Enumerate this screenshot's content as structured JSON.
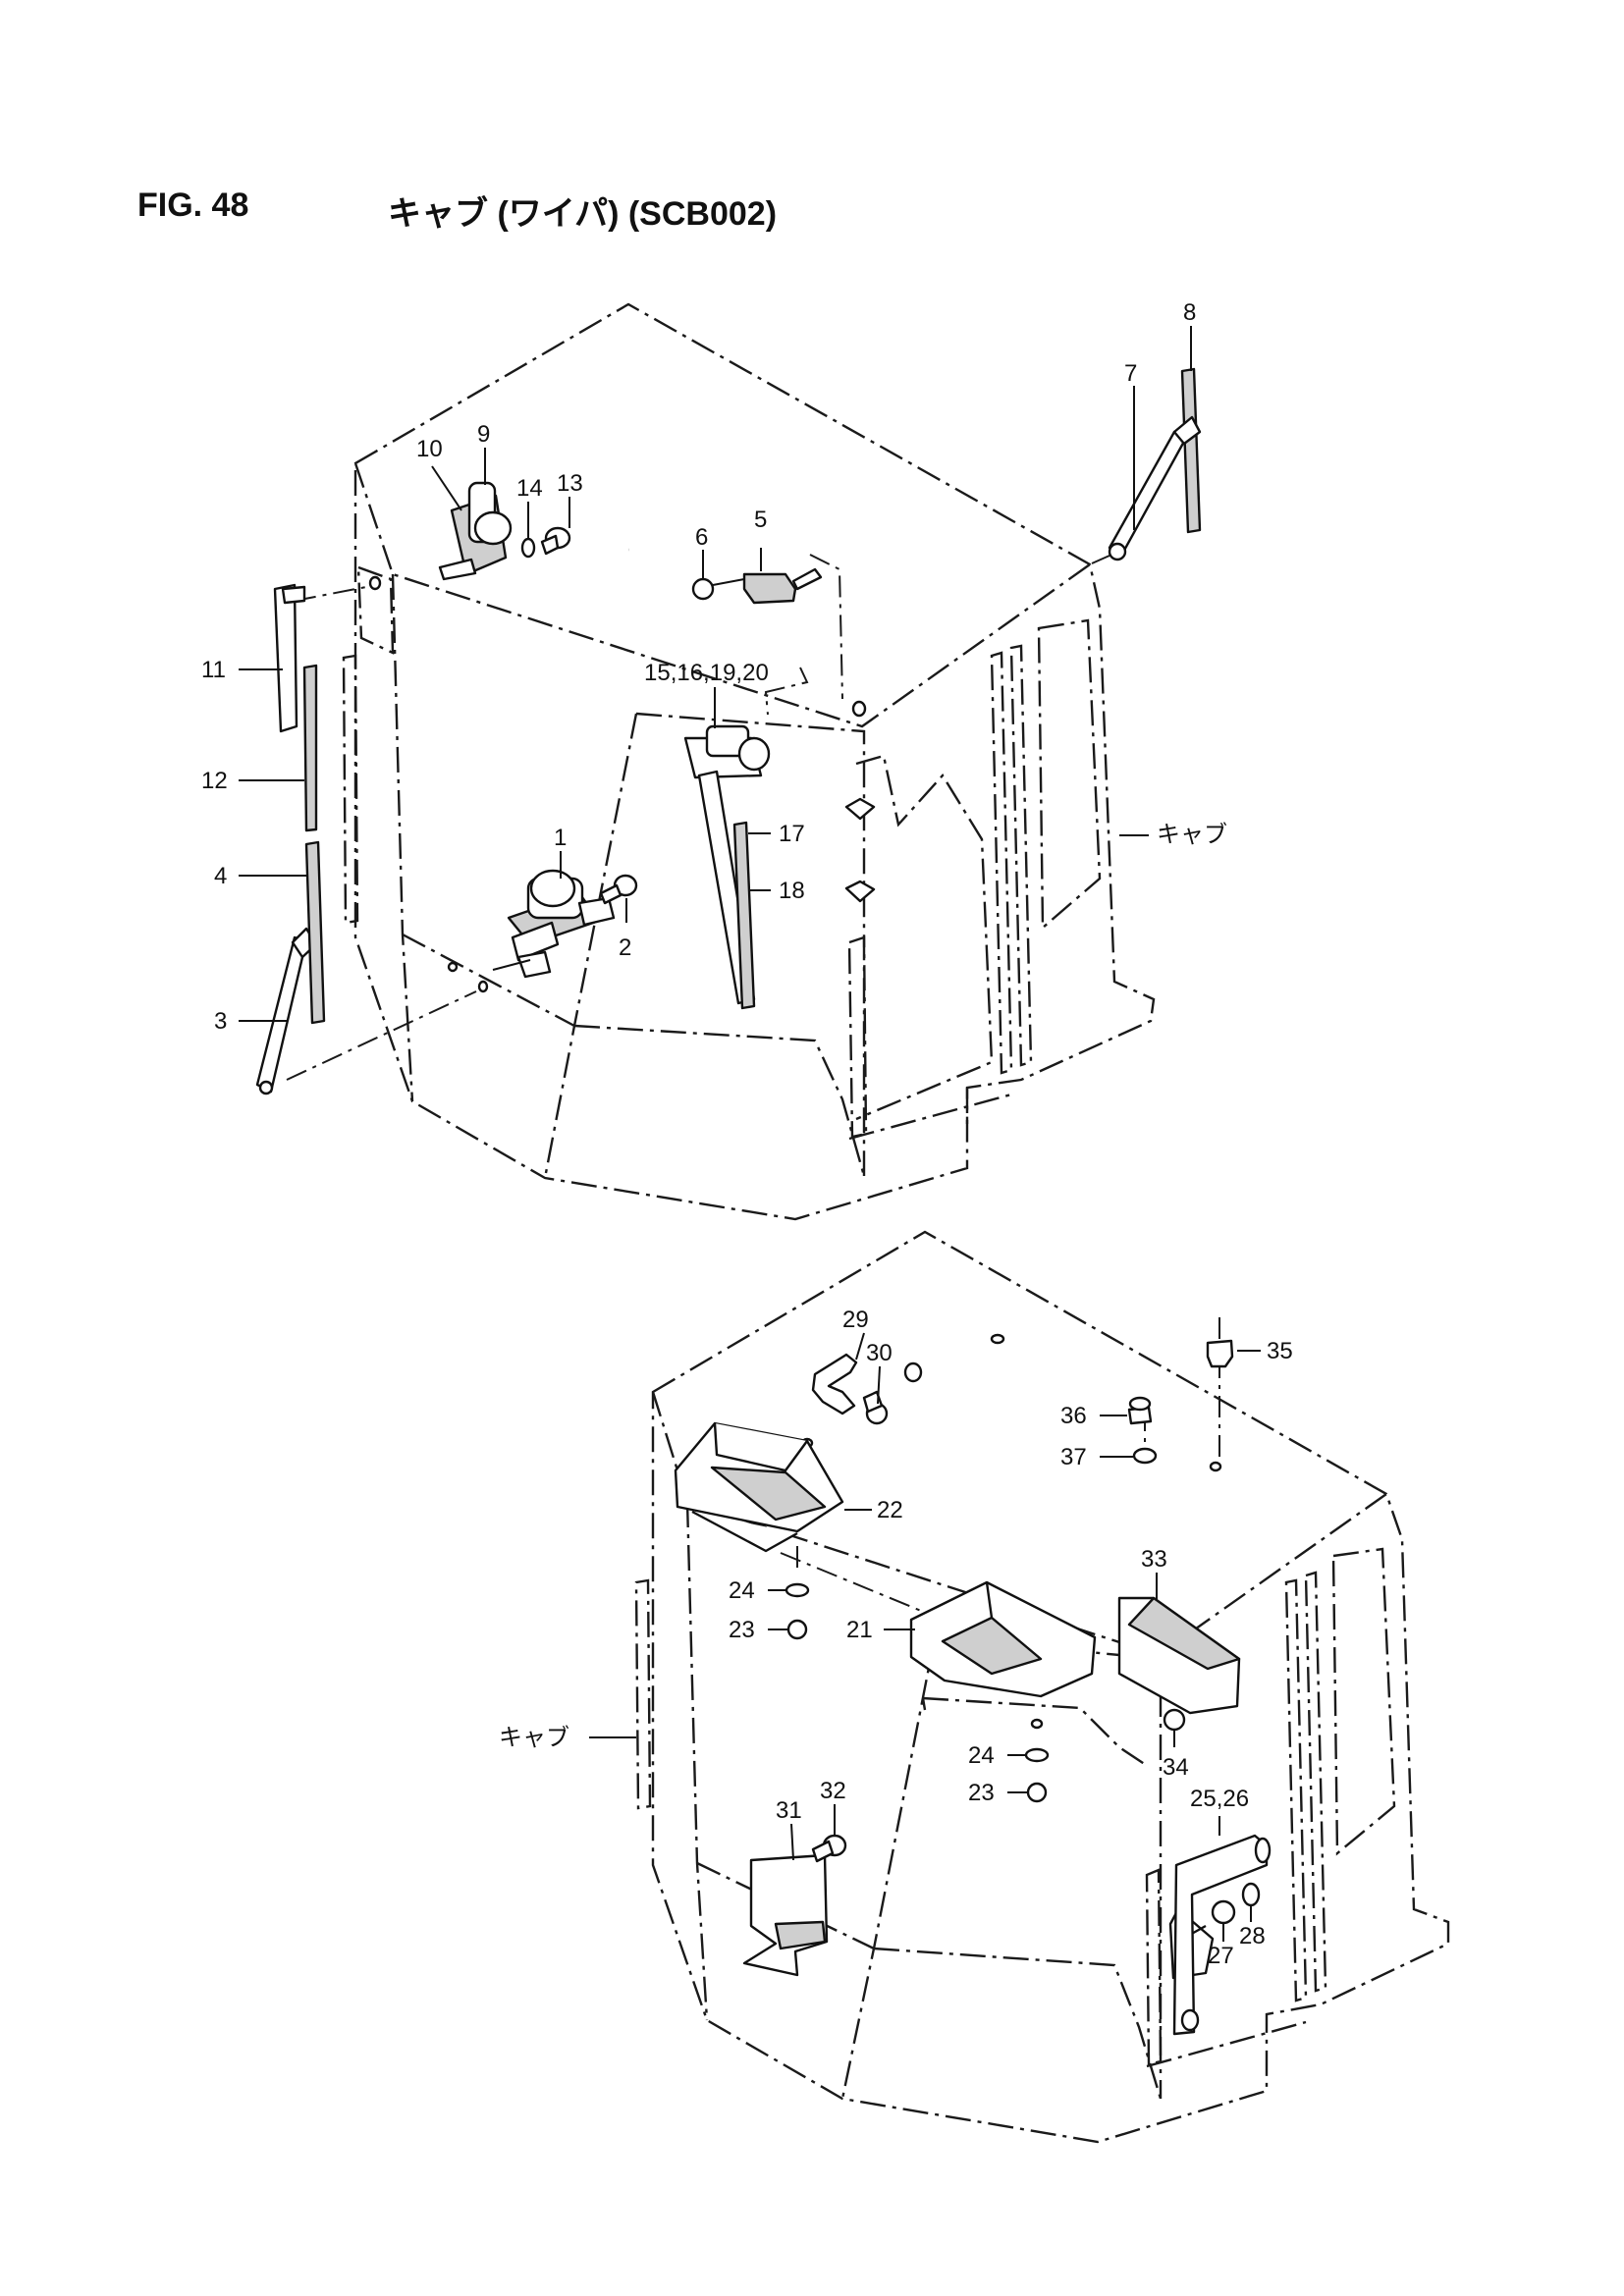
{
  "figure": {
    "number": "FIG. 48",
    "title": "キャブ (ワイパ) (SCB002)"
  },
  "upper_view": {
    "part_numbers": [
      "1",
      "2",
      "3",
      "4",
      "5",
      "6",
      "7",
      "8",
      "9",
      "10",
      "11",
      "12",
      "13",
      "14",
      "15,16,19,20",
      "17",
      "18"
    ],
    "cab_label": "キャブ"
  },
  "lower_view": {
    "part_numbers": [
      "21",
      "22",
      "23",
      "24",
      "23",
      "24",
      "25,26",
      "27",
      "28",
      "29",
      "30",
      "31",
      "32",
      "33",
      "34",
      "35",
      "36",
      "37"
    ],
    "cab_label": "キャブ"
  }
}
